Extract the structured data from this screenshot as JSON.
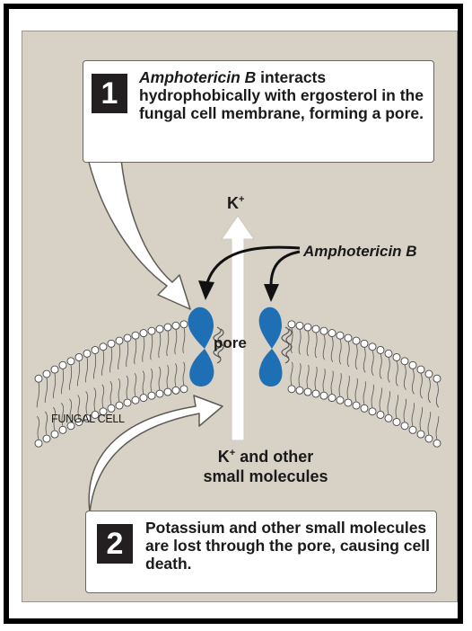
{
  "step1": {
    "number": "1",
    "drug_name": "Amphotericin B",
    "text_rest": " interacts hydrophobically with ergosterol in the fungal cell membrane, forming a pore."
  },
  "step2": {
    "number": "2",
    "text": "Potassium and other small molecules are lost through the pore, causing cell death."
  },
  "labels": {
    "k_ion_base": "K",
    "k_ion_charge": "+",
    "drug": "Amphotericin B",
    "pore": "pore",
    "fungal_cell": "FUNGAL CELL",
    "k_other_base": "K",
    "k_other_charge": "+",
    "k_other_rest": " and other",
    "k_other_line2": "small molecules"
  },
  "colors": {
    "panel": "#d7d1c6",
    "drug_molecule": "#1f6fb5",
    "arrow_fill": "#ffffff",
    "badge": "#231f20"
  }
}
